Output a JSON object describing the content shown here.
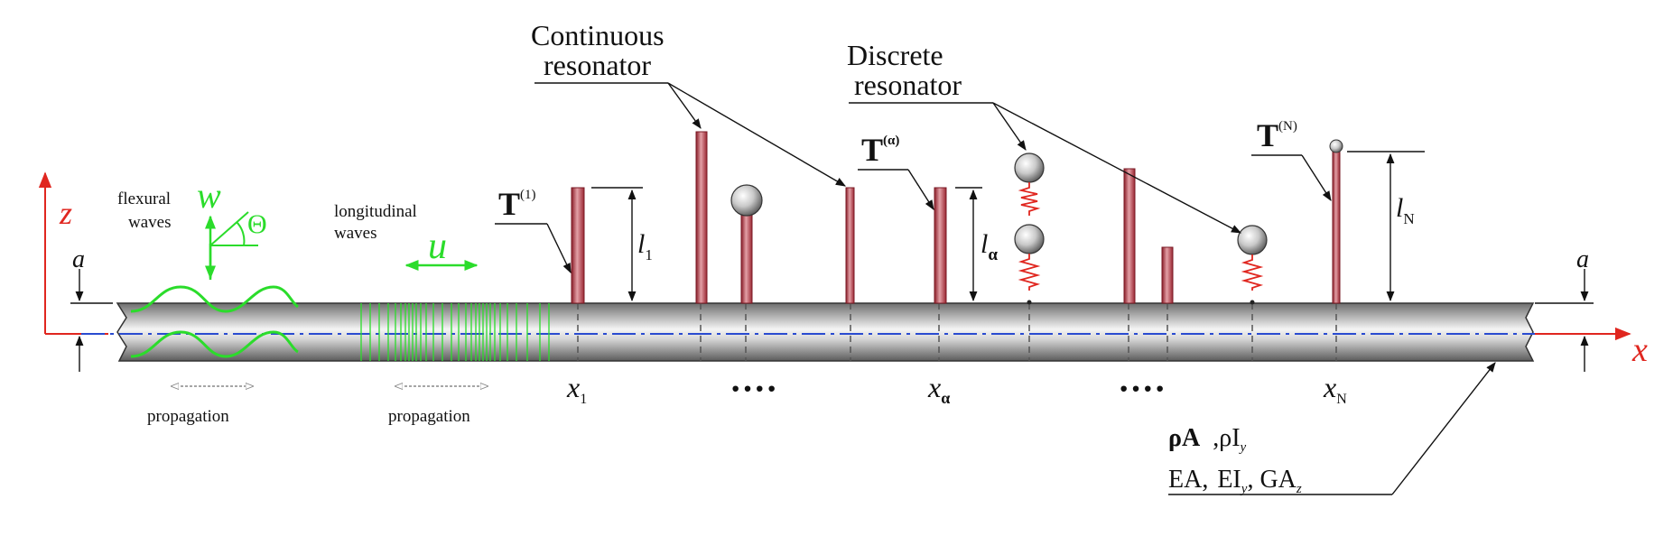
{
  "labels": {
    "continuous_l1": "Continuous",
    "continuous_l2": "resonator",
    "discrete_l1": "Discrete",
    "discrete_l2": "resonator",
    "flexural_l1": "flexural",
    "flexural_l2": "waves",
    "longitudinal_l1": "longitudinal",
    "longitudinal_l2": "waves",
    "propagation": "propagation",
    "dots": "····"
  },
  "symbols": {
    "z": "z",
    "x": "x",
    "a": "a",
    "w": "w",
    "u": "u",
    "theta": "Θ",
    "T": "T",
    "sup_1": "(1)",
    "sup_alpha": "(α)",
    "sup_N": "(N)",
    "l": "l",
    "x_sym": "x",
    "sub_1": "1",
    "sub_alpha": "α",
    "sub_N": "N"
  },
  "properties": {
    "rho_A": "ρA",
    "rho_I": ",ρI",
    "I_sub": "y",
    "EA": "EA,",
    "EI": "EI",
    "EI_sub": "y",
    "GA": ", GA",
    "GA_sub": "z"
  },
  "colors": {
    "beam_dark": "#6e6e6e",
    "beam_light": "#f2f2f2",
    "rod_red": "#c23a45",
    "spring_red": "#e0261f",
    "wave_green": "#2bdc2b",
    "axis_red": "#e0261f",
    "centerline_blue": "#2a4bd0"
  },
  "icons": {
    "continuous_resonator": "vertical-rod",
    "discrete_resonator": "sphere-on-spring"
  }
}
